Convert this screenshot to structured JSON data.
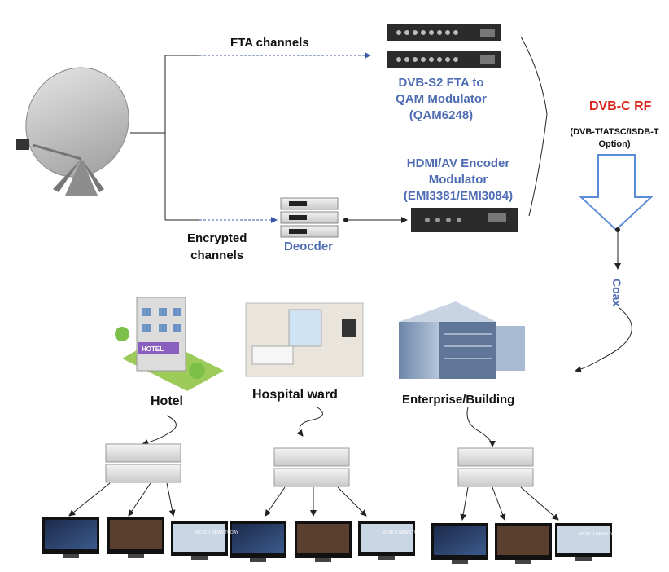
{
  "labels": {
    "fta": "FTA channels",
    "encrypted_line1": "Encrypted",
    "encrypted_line2": "channels",
    "decoder": "Deocder",
    "modulator_line1": "DVB-S2 FTA to",
    "modulator_line2": "QAM Modulator",
    "modulator_line3": "(QAM6248)",
    "encoder_line1": "HDMI/AV Encoder",
    "encoder_line2": "Modulator",
    "encoder_line3": "(EMI3381/EMI3084)",
    "rf_title": "DVB-C RF",
    "rf_option_line1": "(DVB-T/ATSC/ISDB-T",
    "rf_option_line2": "Option)",
    "coax": "Coax",
    "hotel": "Hotel",
    "hospital": "Hospital ward",
    "enterprise": "Enterprise/Building",
    "hotel_sign": "HOTEL",
    "tv_banner": "WORLD NEWS TODAY"
  },
  "colors": {
    "blue_label": "#4f6db3",
    "red_label": "#d9241c",
    "line": "#222222",
    "dashed_arrow": "#3a5aa8",
    "arrow_fill": "#ffffff",
    "arrow_stroke": "#5b8dd6"
  },
  "icons": {
    "dish": "satellite-dish-icon",
    "modulator": "rack-modulator-icon",
    "decoder": "decoder-box-icon",
    "encoder": "encoder-modulator-icon",
    "stb": "set-top-box-icon",
    "tv": "television-icon"
  }
}
